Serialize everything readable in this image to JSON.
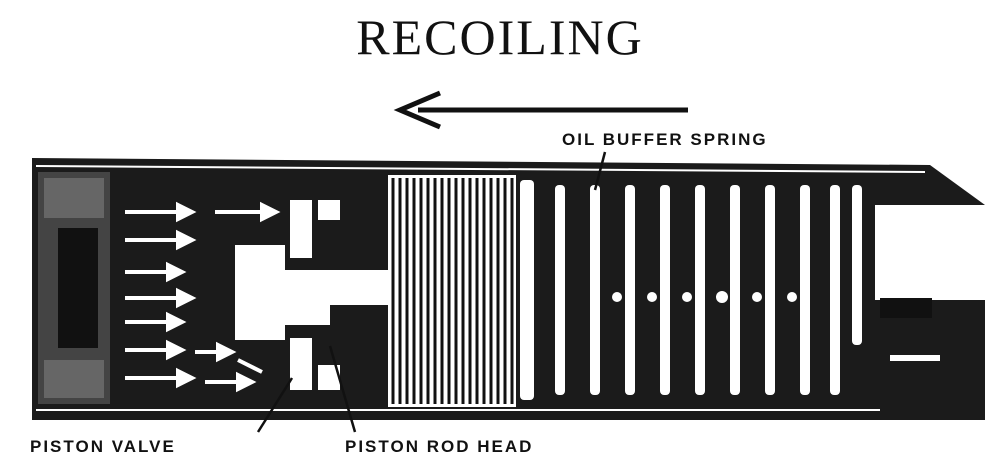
{
  "title": "RECOILING",
  "labels": {
    "oil_buffer_spring": "OIL BUFFER SPRING",
    "piston_valve": "PISTON VALVE",
    "piston_rod_head": "PISTON ROD HEAD"
  },
  "colors": {
    "ink": "#111111",
    "paper": "#ffffff"
  }
}
